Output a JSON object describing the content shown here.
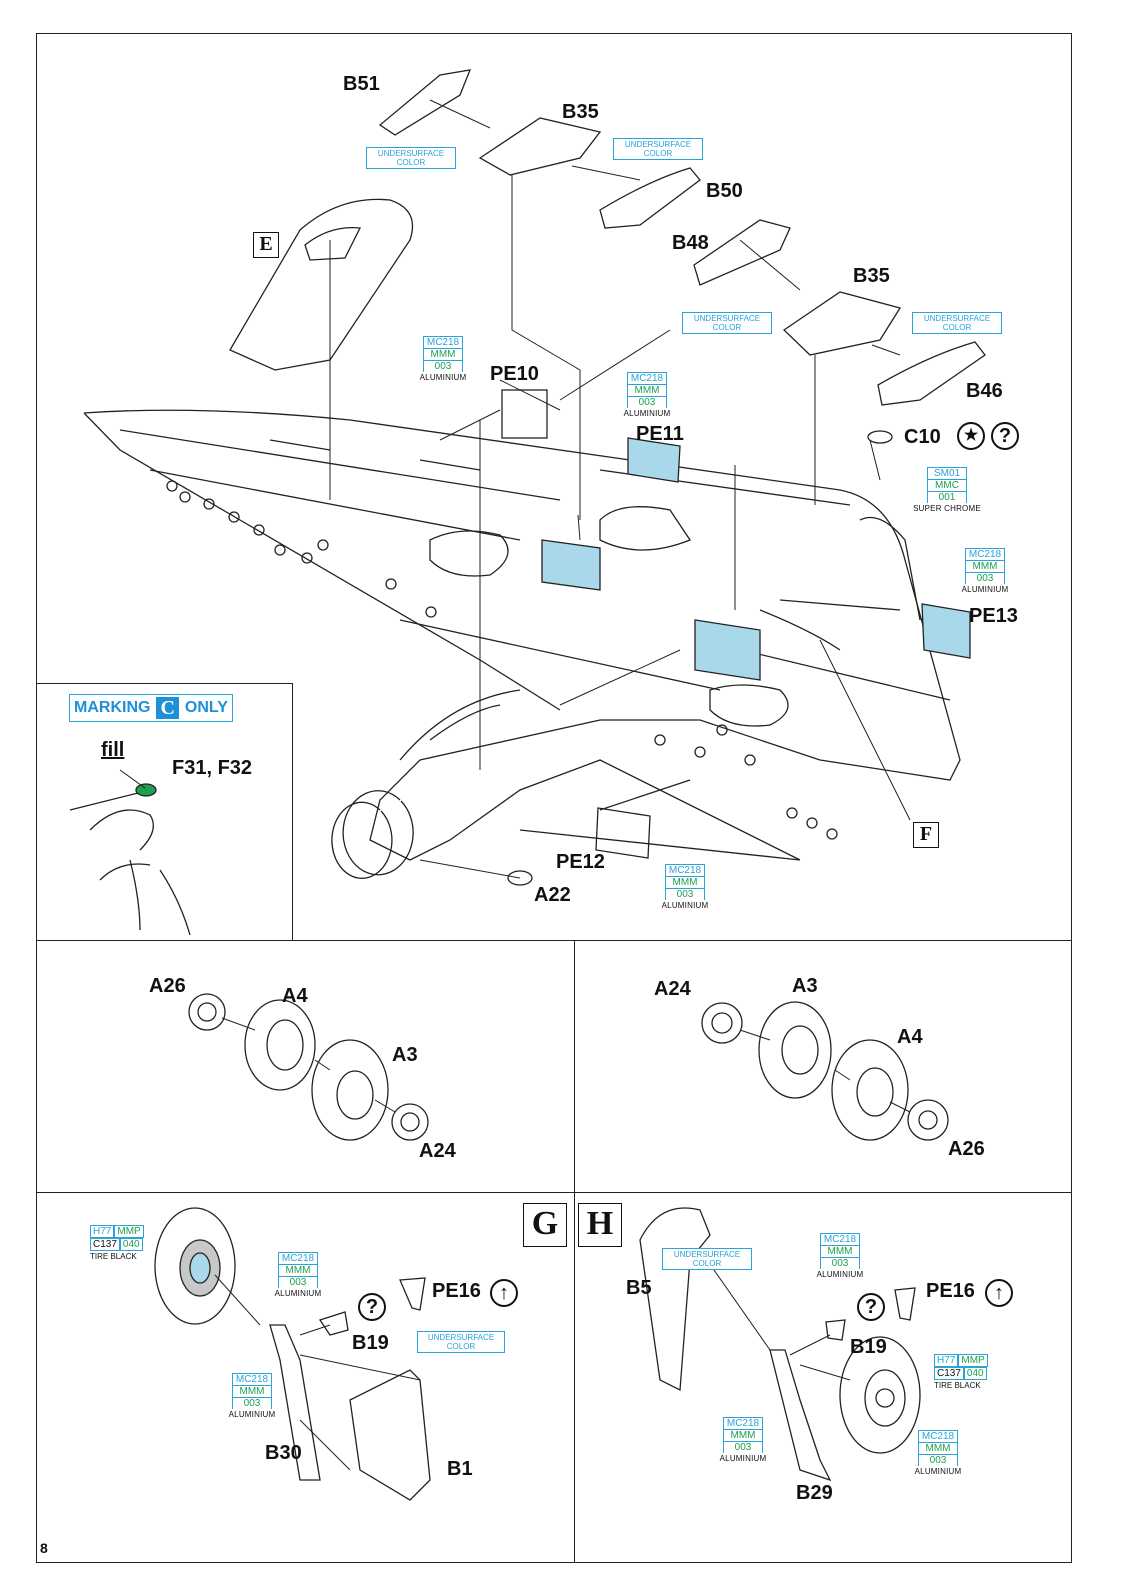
{
  "page_number": "8",
  "colors": {
    "blue_callout": "#29a3d9",
    "green_code": "#1e9e4e",
    "pe_fill": "#a8d8ea",
    "line": "#222222"
  },
  "steps": {
    "E": "E",
    "F": "F",
    "G": "G",
    "H": "H"
  },
  "parts": {
    "B51": "B51",
    "B35a": "B35",
    "B50": "B50",
    "B48": "B48",
    "B35b": "B35",
    "B46": "B46",
    "C10": "C10",
    "PE10": "PE10",
    "PE11": "PE11",
    "PE13": "PE13",
    "PE12": "PE12",
    "A22": "A22",
    "F31F32": "F31, F32",
    "fill": "fill",
    "w1_A26": "A26",
    "w1_A4": "A4",
    "w1_A3": "A3",
    "w1_A24": "A24",
    "w2_A24": "A24",
    "w2_A3": "A3",
    "w2_A4": "A4",
    "w2_A26": "A26",
    "g_PE16": "PE16",
    "g_B19": "B19",
    "g_B30": "B30",
    "g_B1": "B1",
    "h_B5": "B5",
    "h_PE16": "PE16",
    "h_B19": "B19",
    "h_B29": "B29"
  },
  "marking_banner": {
    "marking": "MARKING",
    "letter": "C",
    "only": "ONLY"
  },
  "symbols": {
    "question": "?",
    "flip": "↑",
    "star": "★"
  },
  "undersurface": {
    "line1": "UNDERSURFACE",
    "line2": "COLOR"
  },
  "aluminium": {
    "code1": "MC218",
    "code2": "MMM",
    "code3": "003",
    "caption": "ALUMINIUM"
  },
  "chrome": {
    "code1": "SM01",
    "code2": "MMC",
    "code3": "001",
    "caption": "SUPER CHROME"
  },
  "tire": {
    "h": "H77",
    "mmp": "MMP",
    "c": "C137",
    "num": "040",
    "caption": "TIRE BLACK"
  }
}
